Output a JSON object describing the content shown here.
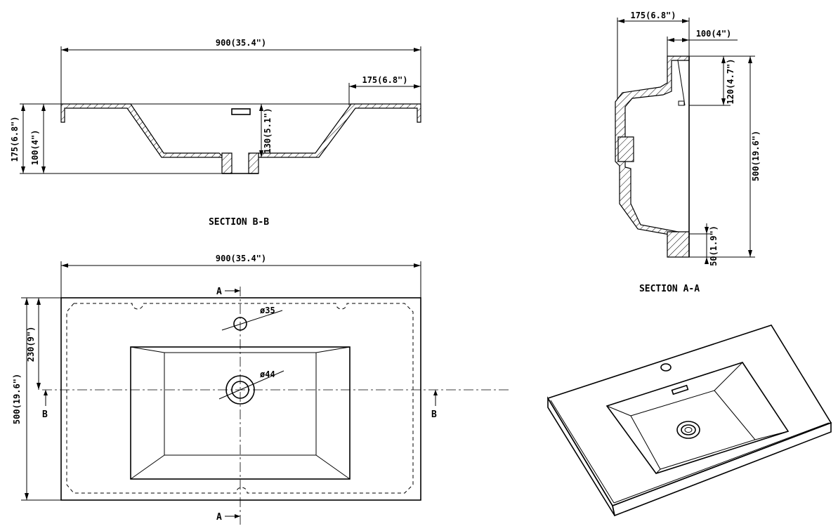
{
  "section_bb": {
    "title": "SECTION B-B",
    "dim_width": "900(35.4\")",
    "dim_rim": "175(6.8\")",
    "dim_depth": "130(5.1\")",
    "dim_height_total": "175(6.8\")",
    "dim_height_inner": "100(4\")"
  },
  "section_aa": {
    "title": "SECTION A-A",
    "dim_rim": "175(6.8\")",
    "dim_offset": "100(4\")",
    "dim_back": "120(4.7\")",
    "dim_total": "500(19.6\")",
    "dim_front": "50(1.9\")"
  },
  "plan": {
    "dim_width": "900(35.4\")",
    "dim_depth": "500(19.6\")",
    "dim_to_center": "230(9\")",
    "tap_hole": "ø35",
    "drain_hole": "ø44",
    "section_mark_a": "A",
    "section_mark_b": "B"
  }
}
